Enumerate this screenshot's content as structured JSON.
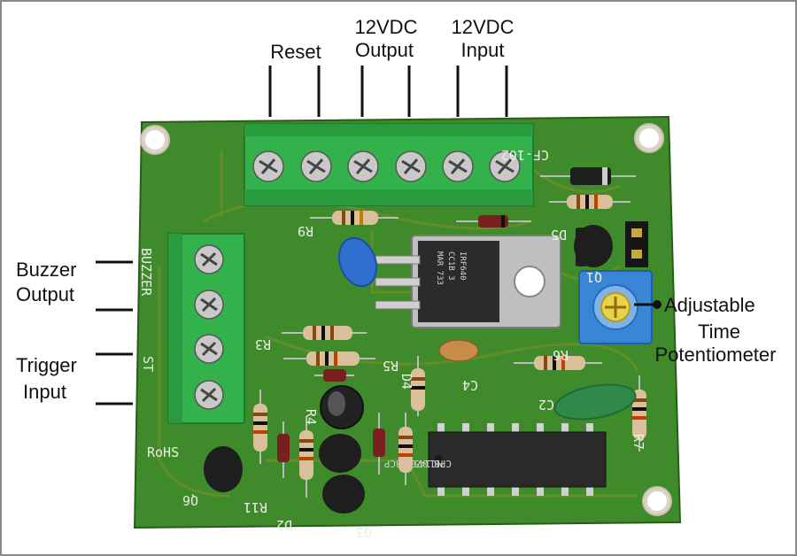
{
  "callouts": {
    "reset": [
      "Reset"
    ],
    "output_12v": [
      "12VDC",
      "Output"
    ],
    "input_12v": [
      "12VDC",
      "Input"
    ],
    "buzzer_output": [
      "Buzzer",
      "Output"
    ],
    "trigger_input": [
      "Trigger",
      "Input"
    ],
    "potentiometer": [
      "Adjustable",
      "Time",
      "Potentiometer"
    ]
  },
  "board_markings": {
    "model": "CF-102",
    "rohs": "RoHS",
    "buzzer": "BUZZER",
    "st": "ST",
    "r9": "R9",
    "r3": "R3",
    "r5": "R5",
    "r6": "R6",
    "r7": "R7",
    "r11": "R11",
    "d2": "D2",
    "d4": "D4",
    "d5": "D5",
    "q1": "Q1",
    "q3": "Q3",
    "q6": "Q6",
    "c2": "C2",
    "c4": "C4",
    "r4": "R4"
  },
  "chips": {
    "mosfet": [
      "IRF640",
      "CC1B 3",
      "MAR  733"
    ],
    "ic": [
      "MC14541BCP",
      "CPBL0709G"
    ]
  },
  "colors": {
    "pcb": "#3f8a2a",
    "pcb_dark": "#2f6e1f",
    "terminal": "#33b14a",
    "frame": "#888888"
  }
}
